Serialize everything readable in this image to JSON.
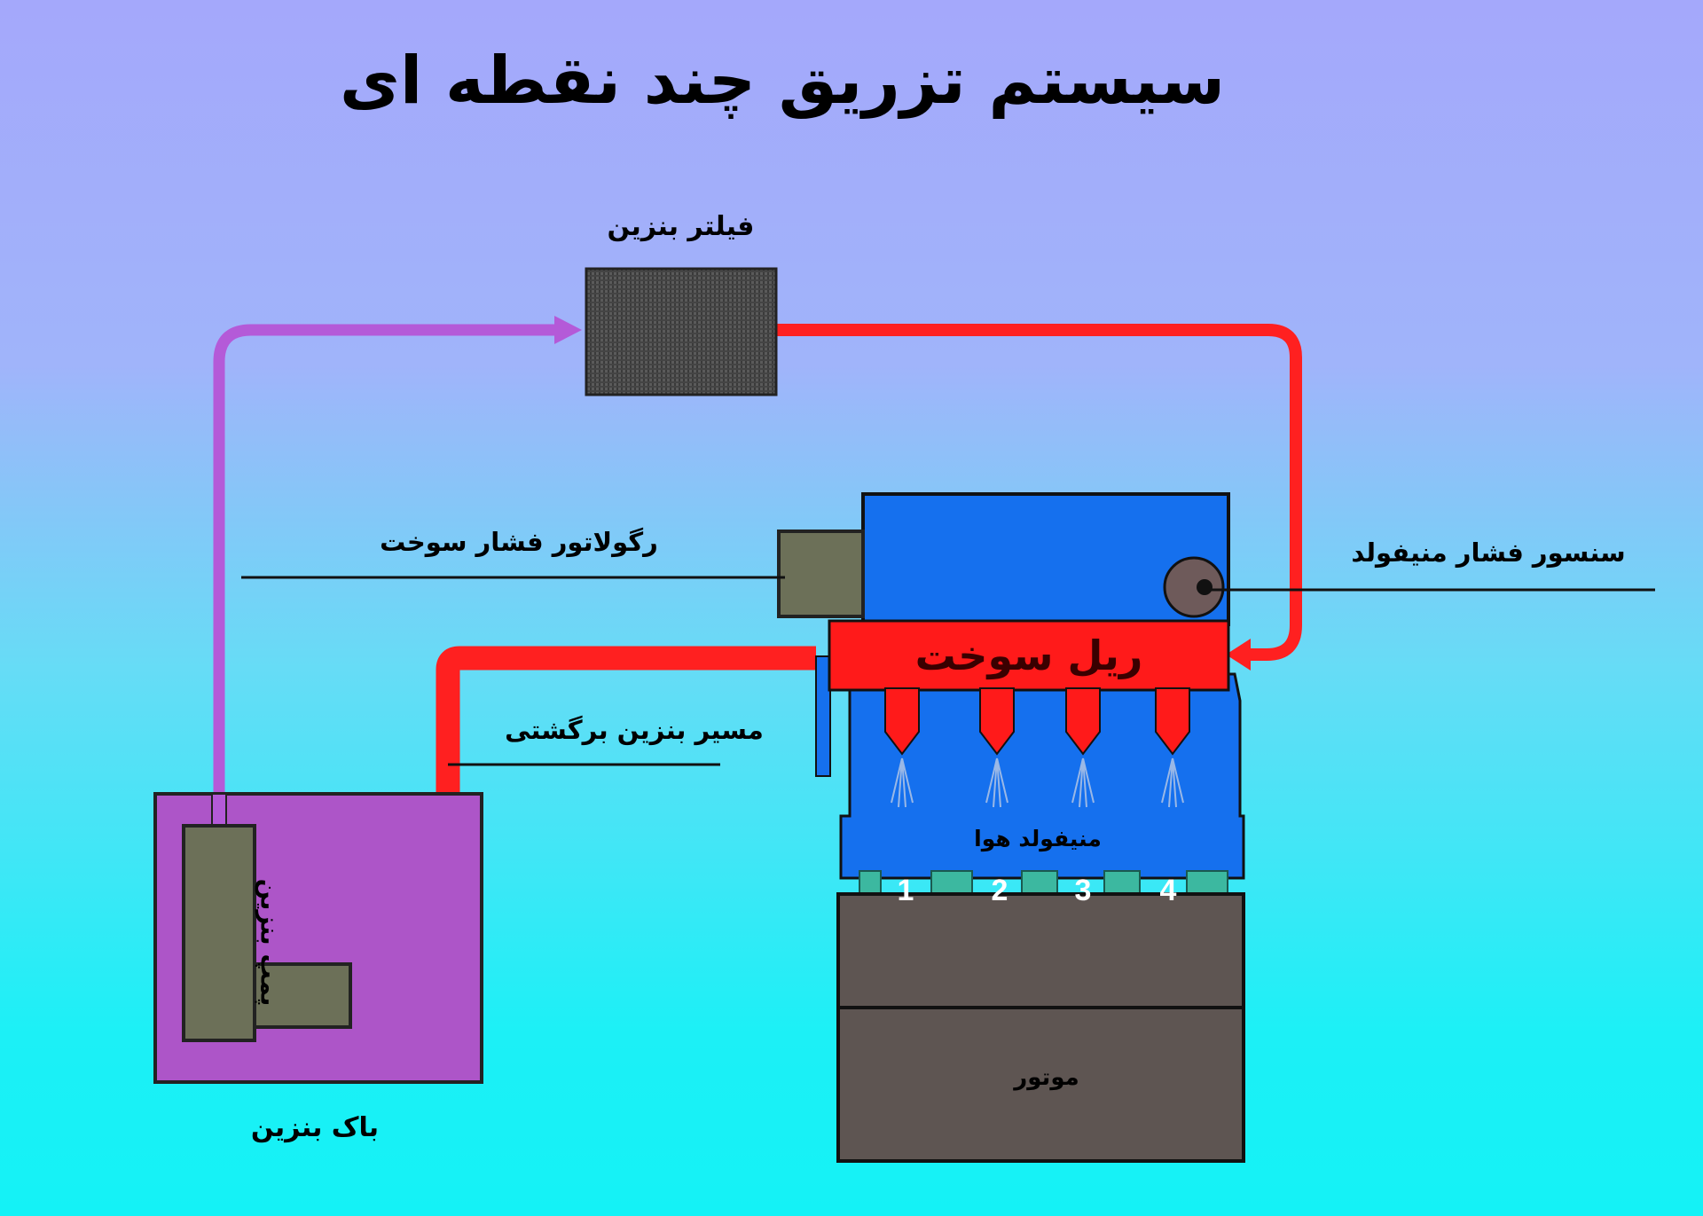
{
  "title": "سیستم تزریق چند نقطه ای",
  "labels": {
    "fuel_filter": "فیلتر بنزین",
    "fuel_pressure_regulator": "رگولاتور فشار سوخت",
    "manifold_pressure_sensor": "سنسور فشار منیفولد",
    "fuel_rail": "ریل سوخت",
    "return_fuel_line": "مسیر بنزین برگشتی",
    "air_manifold": "منیفولد هوا",
    "engine": "موتور",
    "fuel_tank": "باک بنزین",
    "fuel_pump": "پمپ بنزین"
  },
  "cylinders": [
    "1",
    "2",
    "3",
    "4"
  ],
  "colors": {
    "fuel_line_supply": "#b45ad8",
    "fuel_line_pressurized": "#ff2020",
    "fuel_rail": "#ff1a1a",
    "manifold": "#1570ee",
    "engine_block": "#5e5552",
    "tank": "#ad55c8",
    "pump": "#6c7058",
    "regulator": "#6c7058",
    "filter": "#505050",
    "ports": "#3cb8a0"
  }
}
